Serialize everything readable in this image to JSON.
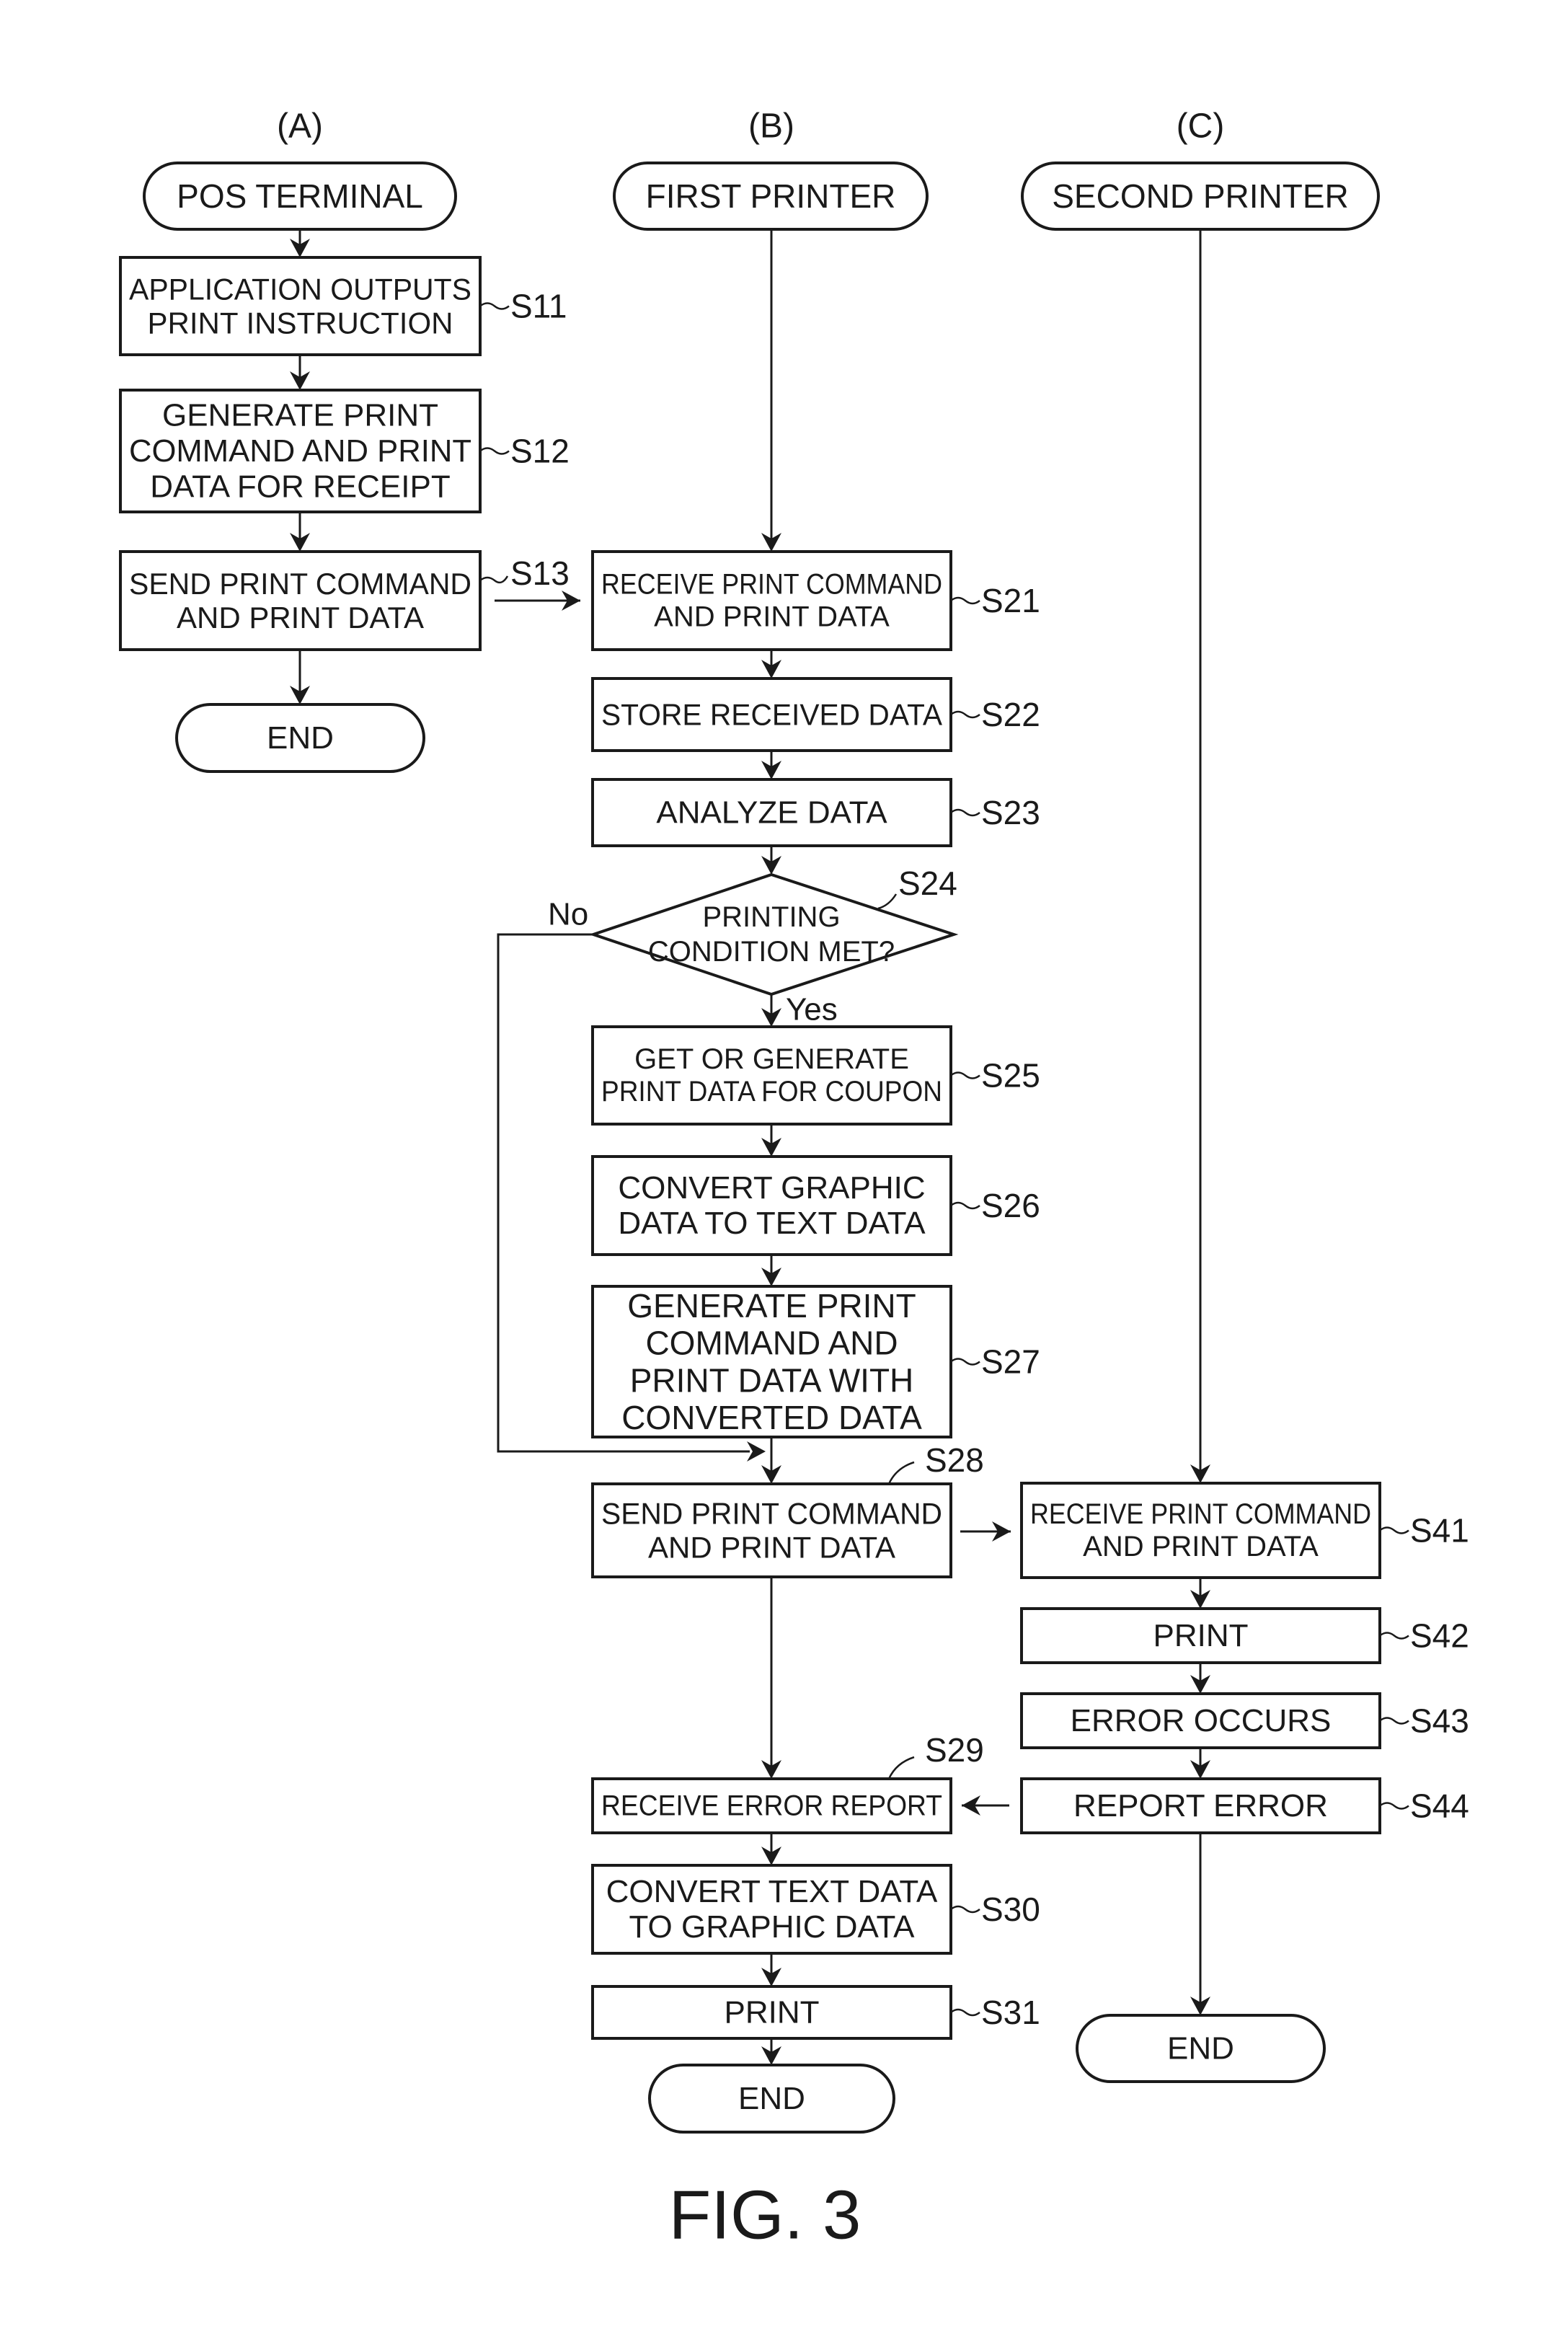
{
  "figure": {
    "caption": "FIG. 3"
  },
  "columns": [
    {
      "id": "A",
      "label": "(A)",
      "title": "POS TERMINAL"
    },
    {
      "id": "B",
      "label": "(B)",
      "title": "FIRST PRINTER"
    },
    {
      "id": "C",
      "label": "(C)",
      "title": "SECOND PRINTER"
    }
  ],
  "steps": {
    "S11": {
      "ref": "S11",
      "lines": [
        "APPLICATION OUTPUTS",
        "PRINT INSTRUCTION"
      ]
    },
    "S12": {
      "ref": "S12",
      "lines": [
        "GENERATE PRINT",
        "COMMAND AND PRINT",
        "DATA FOR RECEIPT"
      ]
    },
    "S13": {
      "ref": "S13",
      "lines": [
        "SEND PRINT COMMAND",
        "AND PRINT DATA"
      ]
    },
    "S21": {
      "ref": "S21",
      "lines": [
        "RECEIVE PRINT COMMAND",
        "AND PRINT DATA"
      ]
    },
    "S22": {
      "ref": "S22",
      "lines": [
        "STORE RECEIVED DATA"
      ]
    },
    "S23": {
      "ref": "S23",
      "lines": [
        "ANALYZE DATA"
      ]
    },
    "S24": {
      "ref": "S24",
      "lines": [
        "PRINTING",
        "CONDITION MET?"
      ],
      "yes_label": "Yes",
      "no_label": "No"
    },
    "S25": {
      "ref": "S25",
      "lines": [
        "GET OR GENERATE",
        "PRINT DATA FOR COUPON"
      ]
    },
    "S26": {
      "ref": "S26",
      "lines": [
        "CONVERT GRAPHIC",
        "DATA TO TEXT DATA"
      ]
    },
    "S27": {
      "ref": "S27",
      "lines": [
        "GENERATE PRINT",
        "COMMAND AND",
        "PRINT DATA WITH",
        "CONVERTED DATA"
      ]
    },
    "S28": {
      "ref": "S28",
      "lines": [
        "SEND PRINT COMMAND",
        "AND PRINT DATA"
      ]
    },
    "S29": {
      "ref": "S29",
      "lines": [
        "RECEIVE ERROR REPORT"
      ]
    },
    "S30": {
      "ref": "S30",
      "lines": [
        "CONVERT TEXT DATA",
        "TO GRAPHIC DATA"
      ]
    },
    "S31": {
      "ref": "S31",
      "lines": [
        "PRINT"
      ]
    },
    "S41": {
      "ref": "S41",
      "lines": [
        "RECEIVE PRINT COMMAND",
        "AND PRINT DATA"
      ]
    },
    "S42": {
      "ref": "S42",
      "lines": [
        "PRINT"
      ]
    },
    "S43": {
      "ref": "S43",
      "lines": [
        "ERROR OCCURS"
      ]
    },
    "S44": {
      "ref": "S44",
      "lines": [
        "REPORT ERROR"
      ]
    }
  },
  "terminators": {
    "end_a": "END",
    "end_b": "END",
    "end_c": "END"
  }
}
